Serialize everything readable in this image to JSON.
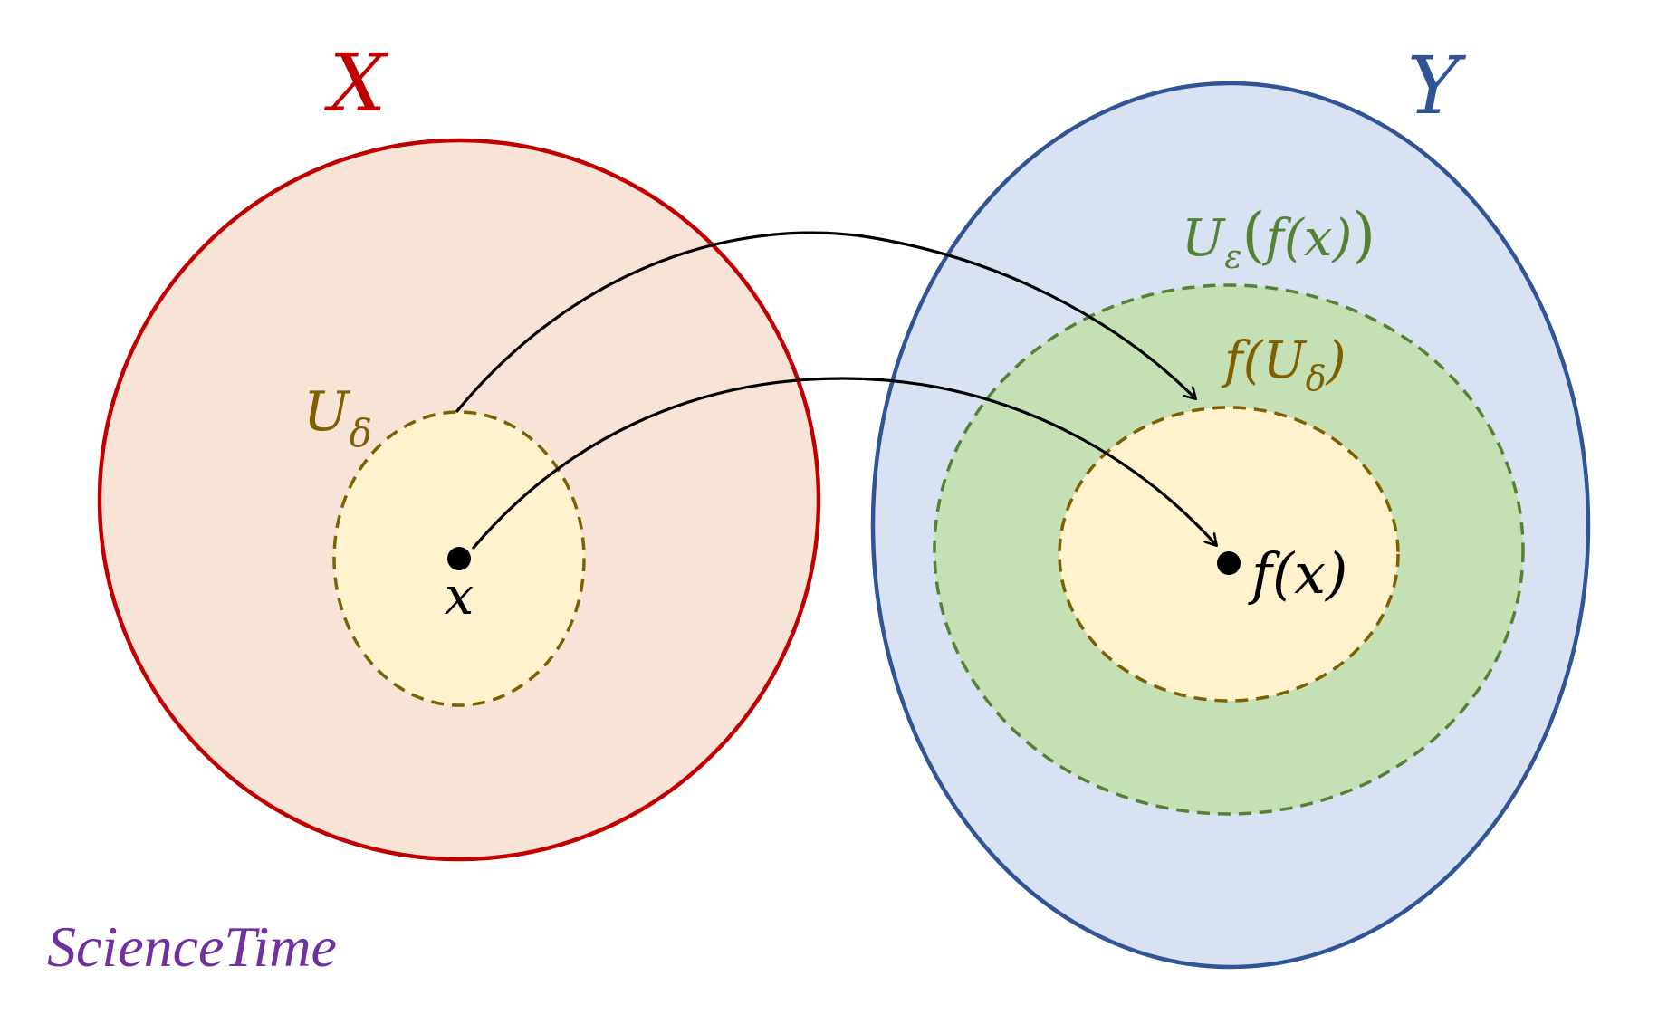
{
  "sets": {
    "domain": {
      "label": "X",
      "stroke_color": "#c00000",
      "fill_color": "#f8e3d7"
    },
    "codomain": {
      "label": "Y",
      "stroke_color": "#2f5597",
      "fill_color": "#d9e2f3"
    }
  },
  "neighborhoods": {
    "u_delta": {
      "letter": "U",
      "subscript": "δ",
      "stroke_color": "#7f6000",
      "fill_color": "#fff2cc",
      "label_color": "#7f6000"
    },
    "u_epsilon": {
      "letter": "U",
      "subscript": "ε",
      "argument_prefix": "(",
      "argument": "f(x)",
      "argument_suffix": ")",
      "stroke_color": "#548235",
      "fill_color": "#c5e0b4",
      "label_color": "#548235"
    },
    "image_u_delta": {
      "prefix": "f(",
      "letter": "U",
      "subscript": "δ",
      "suffix": ")",
      "stroke_color": "#7f6000",
      "fill_color": "#fff2cc",
      "label_color": "#7f6000"
    }
  },
  "points": {
    "x": {
      "label": "x",
      "color": "#000000"
    },
    "fx": {
      "label": "f(x)",
      "color": "#000000"
    }
  },
  "arrows": {
    "color": "#000000"
  },
  "watermark": {
    "text": "ScienceTime",
    "color": "#7030a0"
  }
}
